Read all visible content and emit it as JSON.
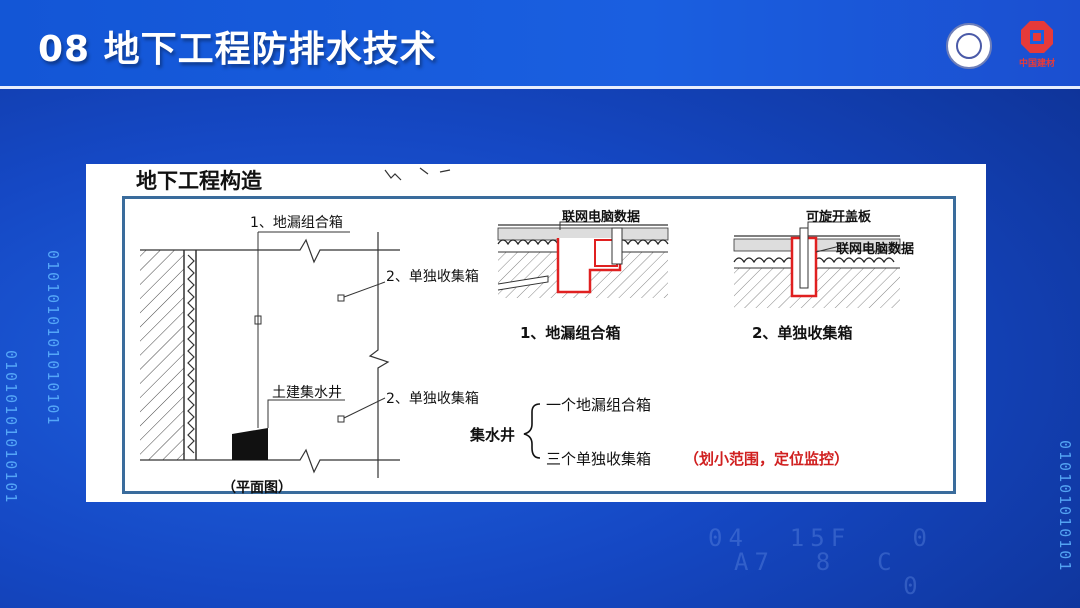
{
  "header": {
    "title": "08  地下工程防排水技术",
    "logo_org_label": "中国建材"
  },
  "decor": {
    "binary_left": "0101010101010101",
    "binary_left2": "01010101010101",
    "binary_right": "010101010101",
    "hex_row1": "04  15F   0",
    "hex_row2": "A7  8  C",
    "hex_row3": "       0"
  },
  "panel": {
    "title": "地下工程构造",
    "plan": {
      "label_combo_box": "1、地漏组合箱",
      "label_single_box_top": "2、单独收集箱",
      "label_sump": "土建集水井",
      "label_single_box_bottom": "2、单独收集箱",
      "caption": "（平面图）"
    },
    "detail1": {
      "top_label": "联网电脑数据",
      "caption": "1、地漏组合箱"
    },
    "detail2": {
      "top_label": "可旋开盖板",
      "side_label": "联网电脑数据",
      "caption": "2、单独收集箱"
    },
    "summary": {
      "root": "集水井",
      "branch1": "一个地漏组合箱",
      "branch2": "三个单独收集箱",
      "note": "（划小范围，定位监控）"
    }
  },
  "colors": {
    "accent_red": "#d02020",
    "frame_blue": "#3a6c9c",
    "header_blue": "#1356d6"
  }
}
